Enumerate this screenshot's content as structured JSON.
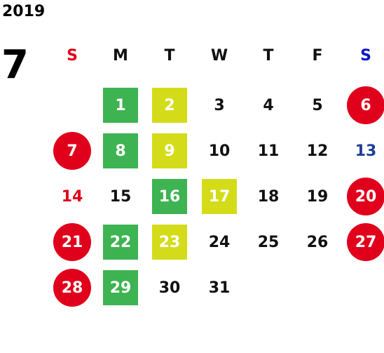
{
  "year": "2019",
  "month": "7",
  "weekdays": [
    {
      "label": "S",
      "color": "#e0001b"
    },
    {
      "label": "M",
      "color": "#111111"
    },
    {
      "label": "T",
      "color": "#111111"
    },
    {
      "label": "W",
      "color": "#111111"
    },
    {
      "label": "T",
      "color": "#111111"
    },
    {
      "label": "F",
      "color": "#111111"
    },
    {
      "label": "S",
      "color": "#0a14c8"
    }
  ],
  "colors": {
    "holiday_circle": "#e0001b",
    "green_box": "#3db351",
    "yellow_box": "#d4dc1a",
    "plain_text": "#111111",
    "sunday_text": "#e0001b",
    "saturday_text": "#1e3f99"
  },
  "weeks": [
    [
      null,
      {
        "day": "1",
        "style": "green"
      },
      {
        "day": "2",
        "style": "yellow"
      },
      {
        "day": "3",
        "style": "plain"
      },
      {
        "day": "4",
        "style": "plain"
      },
      {
        "day": "5",
        "style": "plain"
      },
      {
        "day": "6",
        "style": "holiday"
      }
    ],
    [
      {
        "day": "7",
        "style": "holiday"
      },
      {
        "day": "8",
        "style": "green"
      },
      {
        "day": "9",
        "style": "yellow"
      },
      {
        "day": "10",
        "style": "plain"
      },
      {
        "day": "11",
        "style": "plain"
      },
      {
        "day": "12",
        "style": "plain"
      },
      {
        "day": "13",
        "style": "saturday"
      }
    ],
    [
      {
        "day": "14",
        "style": "sunday"
      },
      {
        "day": "15",
        "style": "plain"
      },
      {
        "day": "16",
        "style": "green"
      },
      {
        "day": "17",
        "style": "yellow"
      },
      {
        "day": "18",
        "style": "plain"
      },
      {
        "day": "19",
        "style": "plain"
      },
      {
        "day": "20",
        "style": "holiday"
      }
    ],
    [
      {
        "day": "21",
        "style": "holiday"
      },
      {
        "day": "22",
        "style": "green"
      },
      {
        "day": "23",
        "style": "yellow"
      },
      {
        "day": "24",
        "style": "plain"
      },
      {
        "day": "25",
        "style": "plain"
      },
      {
        "day": "26",
        "style": "plain"
      },
      {
        "day": "27",
        "style": "holiday"
      }
    ],
    [
      {
        "day": "28",
        "style": "holiday"
      },
      {
        "day": "29",
        "style": "green"
      },
      {
        "day": "30",
        "style": "plain"
      },
      {
        "day": "31",
        "style": "plain"
      },
      null,
      null,
      null
    ]
  ]
}
